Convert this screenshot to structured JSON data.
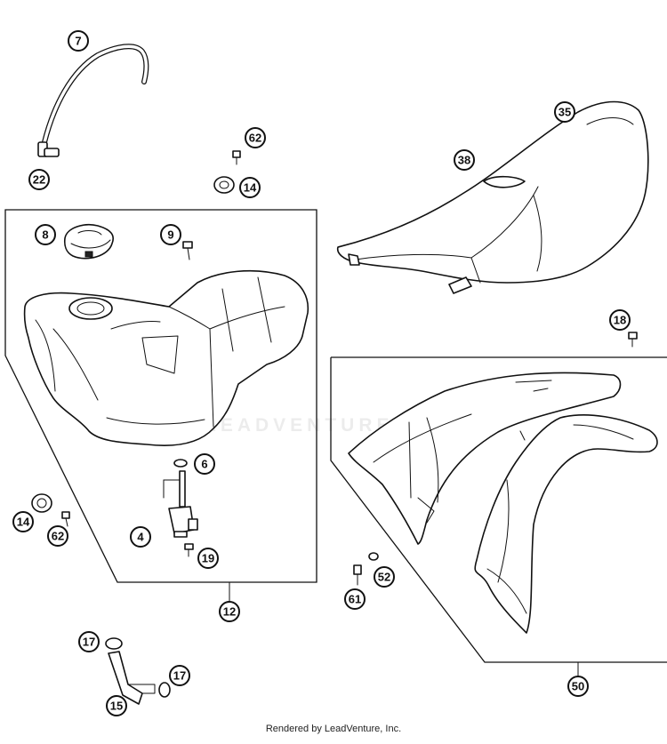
{
  "diagram": {
    "callouts": [
      "7",
      "22",
      "62",
      "14",
      "35",
      "38",
      "8",
      "9",
      "18",
      "6",
      "14",
      "62",
      "4",
      "19",
      "61",
      "52",
      "12",
      "17",
      "17",
      "15",
      "50"
    ]
  },
  "watermark": "LEADVENTURE",
  "footer": "Rendered by LeadVenture, Inc."
}
